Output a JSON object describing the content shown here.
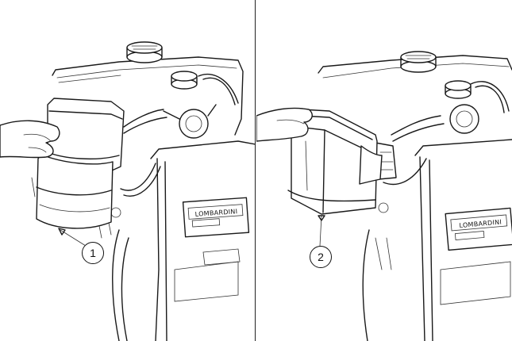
{
  "figure": {
    "brand_text": "LOMBARDINI",
    "callouts": [
      {
        "label": "1"
      },
      {
        "label": "2"
      }
    ]
  }
}
